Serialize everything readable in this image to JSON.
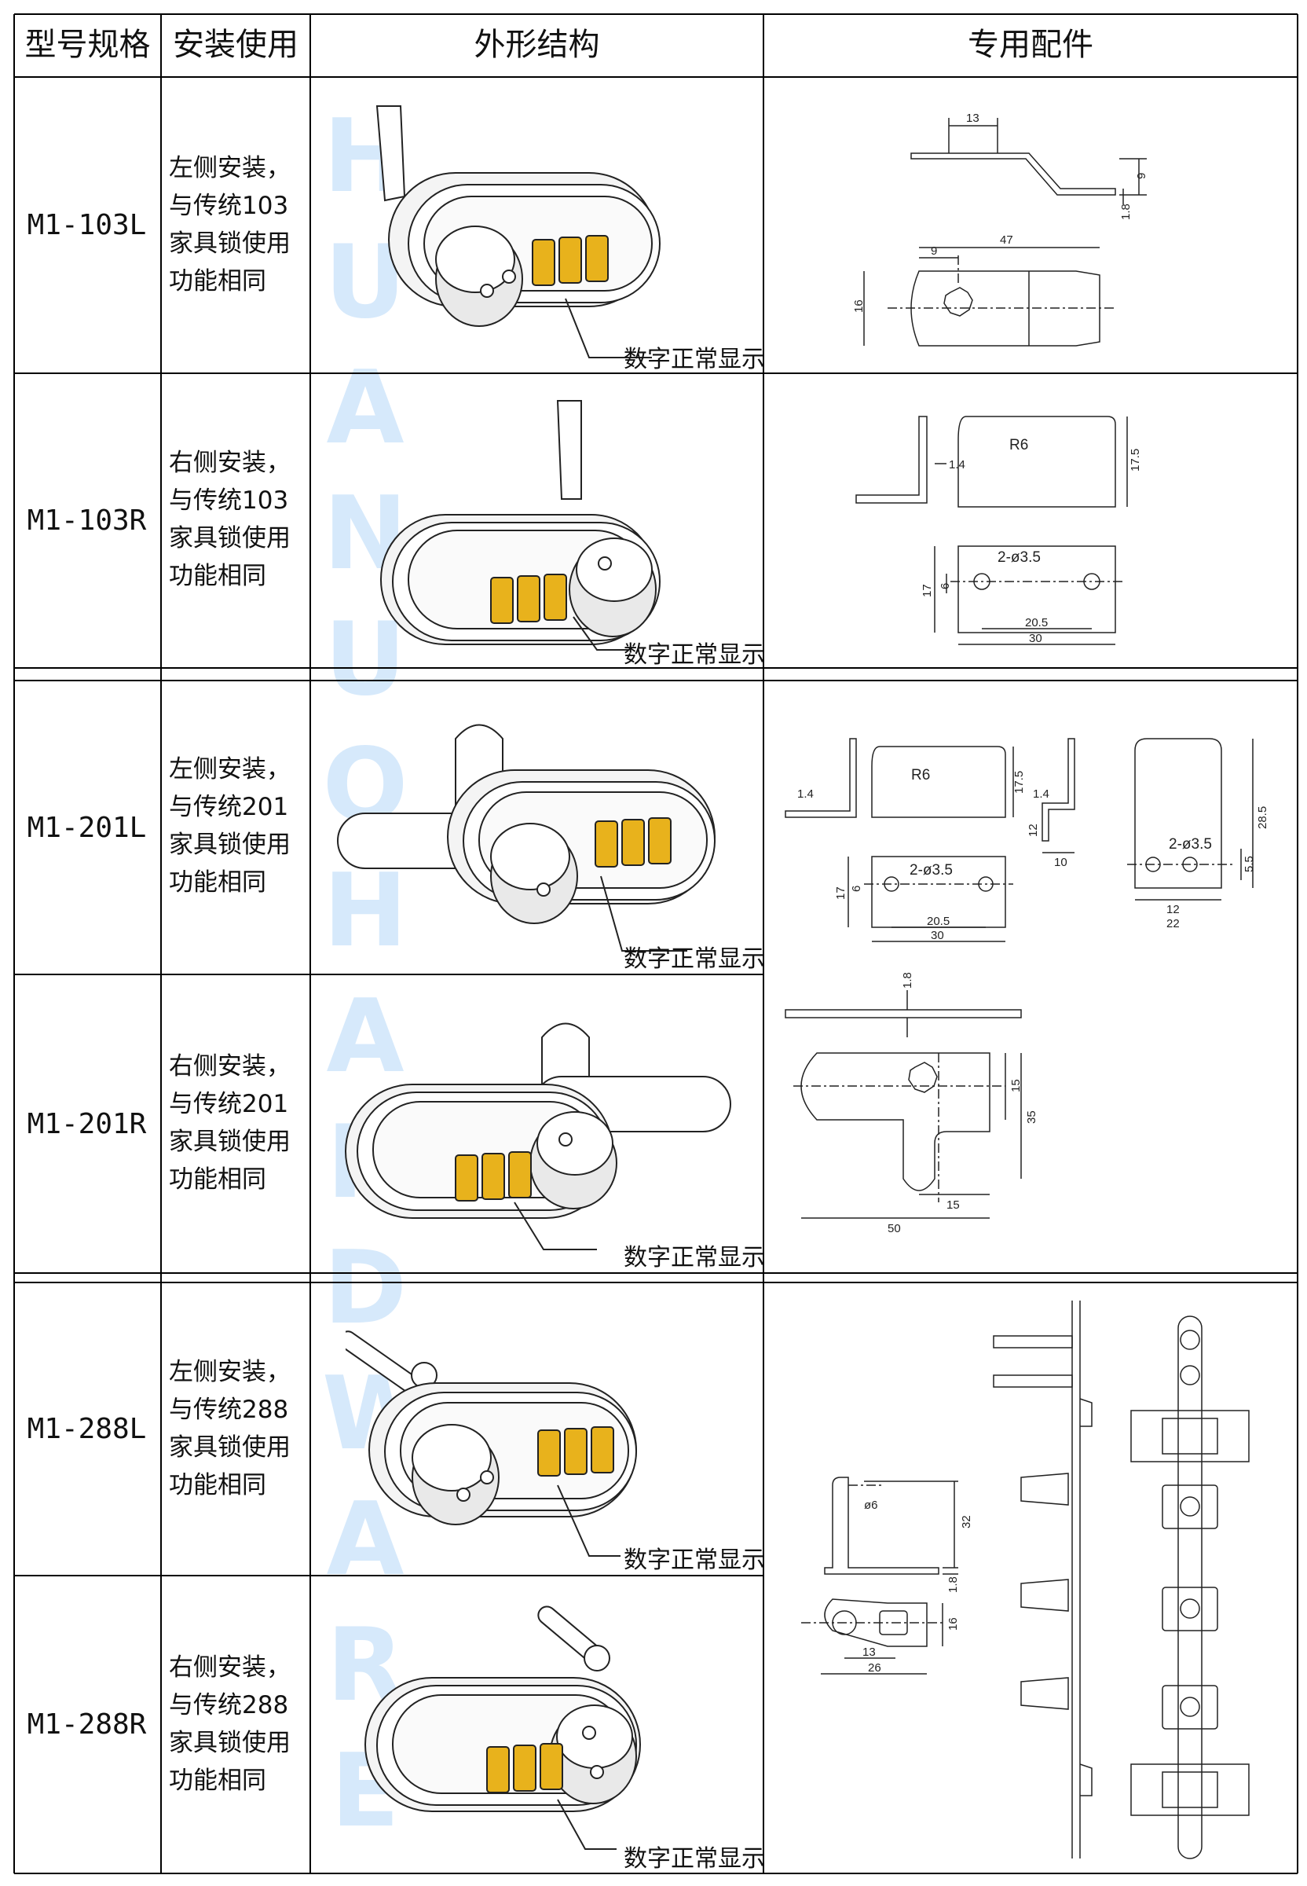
{
  "header": {
    "col1": "型号规格",
    "col2": "安装使用",
    "col3": "外形结构",
    "col4": "专用配件"
  },
  "watermark": [
    "H",
    "U",
    "A",
    "N",
    "U",
    "O",
    "H",
    "A",
    "R",
    "D",
    "W",
    "A",
    "R",
    "E"
  ],
  "rows": [
    {
      "model": "M1-103L",
      "usage": [
        "左侧安装，",
        "与传统103",
        "家具锁使用",
        "功能相同"
      ],
      "note": "数字正常显示"
    },
    {
      "model": "M1-103R",
      "usage": [
        "右侧安装，",
        "与传统103",
        "家具锁使用",
        "功能相同"
      ],
      "note": "数字正常显示"
    },
    {
      "model": "M1-201L",
      "usage": [
        "左侧安装，",
        "与传统201",
        "家具锁使用",
        "功能相同"
      ],
      "note": "数字正常显示"
    },
    {
      "model": "M1-201R",
      "usage": [
        "右侧安装，",
        "与传统201",
        "家具锁使用",
        "功能相同"
      ],
      "note": "数字正常显示"
    },
    {
      "model": "M1-288L",
      "usage": [
        "左侧安装，",
        "与传统288",
        "家具锁使用",
        "功能相同"
      ],
      "note": "数字正常显示"
    },
    {
      "model": "M1-288R",
      "usage": [
        "右侧安装，",
        "与传统288",
        "家具锁使用",
        "功能相同"
      ],
      "note": "数字正常显示"
    }
  ],
  "dimensions": {
    "group1": {
      "cam_top": [
        "13",
        "9",
        "1.8"
      ],
      "cam_plan": [
        "9",
        "47",
        "16"
      ],
      "bracket_side": [
        "1.4"
      ],
      "bracket_face": [
        "R6",
        "17.5"
      ],
      "bracket_holes": [
        "2-ø3.5",
        "17",
        "6",
        "20.5",
        "30"
      ]
    },
    "group2": {
      "bracket_a_side": [
        "1.4"
      ],
      "bracket_a_face": [
        "R6",
        "17.5"
      ],
      "bracket_a_holes": [
        "2-ø3.5",
        "17",
        "6",
        "20.5",
        "30"
      ],
      "bracket_b_side": [
        "1.4",
        "12",
        "10"
      ],
      "bracket_b_face": [
        "2-ø3.5",
        "5.5",
        "28.5",
        "12",
        "22"
      ],
      "cam_top": [
        "1.8"
      ],
      "cam_plan": [
        "15",
        "35",
        "15",
        "50"
      ]
    },
    "group3": {
      "pin_side": [
        "ø6",
        "32",
        "1.8"
      ],
      "pin_plan": [
        "16",
        "13",
        "26"
      ]
    }
  },
  "colors": {
    "grid": "#000000",
    "watermark": "#d6e9fb",
    "digits": "#e8b21c"
  }
}
